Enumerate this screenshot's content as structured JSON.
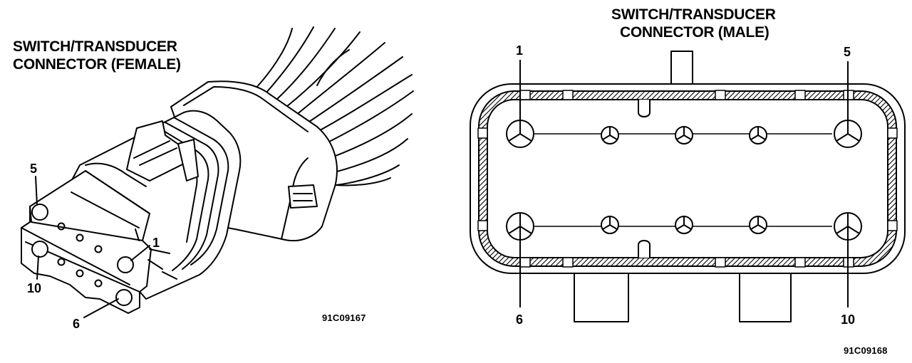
{
  "female": {
    "title_line1": "SWITCH/TRANSDUCER",
    "title_line2": "CONNECTOR (FEMALE)",
    "pin_5": "5",
    "pin_1": "1",
    "pin_10": "10",
    "pin_6": "6",
    "figure_code": "91C09167"
  },
  "male": {
    "title_line1": "SWITCH/TRANSDUCER",
    "title_line2": "CONNECTOR (MALE)",
    "pin_1": "1",
    "pin_5": "5",
    "pin_6": "6",
    "pin_10": "10",
    "figure_code": "91C09168"
  },
  "colors": {
    "ink": "#000000",
    "paper": "#ffffff"
  }
}
